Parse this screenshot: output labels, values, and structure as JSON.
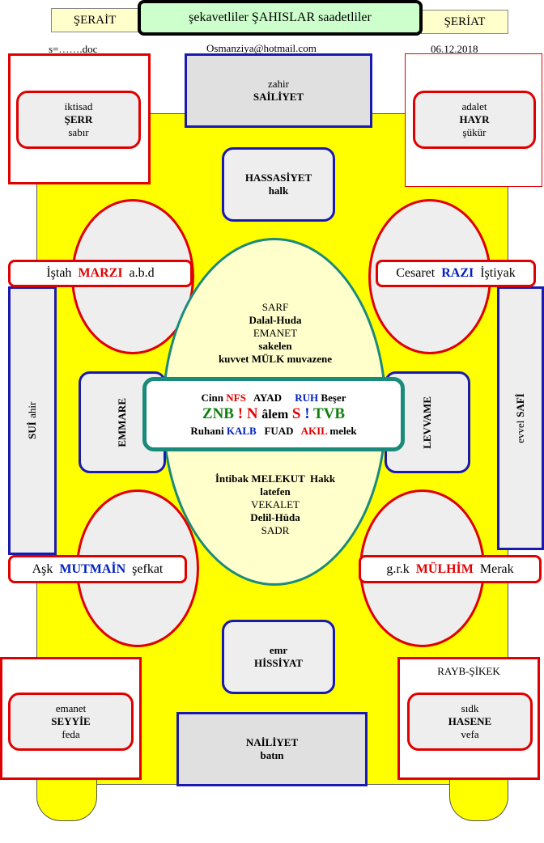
{
  "header": {
    "left_tab": "ŞERAİT",
    "title": "şekavetliler ŞAHISLAR saadetliler",
    "right_tab": "ŞERİAT",
    "file": "s=…….doc",
    "email": "Osmanziya@hotmail.com",
    "date": "06.12.2018"
  },
  "top_center": {
    "line1": "zahir",
    "line2": "SAİLİYET"
  },
  "top_left": {
    "line1": "iktisad",
    "line2": "ŞERR",
    "line3": "sabır"
  },
  "top_right": {
    "line1": "adalet",
    "line2": "HAYR",
    "line3": "şükür"
  },
  "hassasiyet": {
    "line1": "HASSASİYET",
    "line2": "halk"
  },
  "marzi_bar": {
    "pre": "İştah",
    "word": "MARZI",
    "post": "a.b.d"
  },
  "razi_bar": {
    "pre": "Cesaret",
    "word": "RAZI",
    "post": "İştiyak"
  },
  "center_upper": {
    "l1": "SARF",
    "l2": "Dalal-Huda",
    "l3": "EMANET",
    "l4": "sakelen",
    "l5": "kuvvet MÜLK muvazene"
  },
  "center_box": {
    "r1": {
      "a": "Cinn",
      "b": "NFS",
      "c": "AYAD",
      "d": "RUH",
      "e": "Beşer"
    },
    "r2": {
      "a": "ZNB",
      "b": "!",
      "c": "N",
      "d": "âlem",
      "e": "S",
      "f": "!",
      "g": "TVB"
    },
    "r3": {
      "a": "Ruhani",
      "b": "KALB",
      "c": "FUAD",
      "d": "AKIL",
      "e": "melek"
    }
  },
  "center_lower": {
    "l1": "İntibak MELEKUT  Hakk",
    "l2": "latefen",
    "l3": "VEKALET",
    "l4": "Delil-Hüda",
    "l5": "SADR"
  },
  "emmare": "EMMARE",
  "levvame": "LEVVAME",
  "sui": {
    "word": "SUİ",
    "sub": "ahir"
  },
  "safi": {
    "sub": "evvel",
    "word": "SAFİ"
  },
  "mutmain_bar": {
    "pre": "Aşk",
    "word": "MUTMAİN",
    "post": "şefkat"
  },
  "mulhim_bar": {
    "pre": "g.r.k",
    "word": "MÜLHİM",
    "post": "Merak"
  },
  "hissiyat": {
    "line1": "emr",
    "line2": "HİSSİYAT"
  },
  "bottom_left": {
    "line1": "emanet",
    "line2": "SEYYİE",
    "line3": "feda"
  },
  "bottom_right": {
    "caption": "RAYB-ŞİKEK",
    "line1": "sıdk",
    "line2": "HASENE",
    "line3": "vefa"
  },
  "bottom_center": {
    "line1": "NAİLİYET",
    "line2": "batın"
  }
}
